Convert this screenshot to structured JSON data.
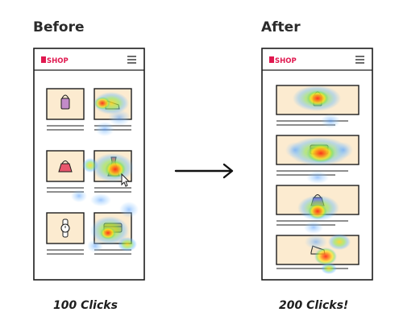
{
  "before": {
    "title": "Before",
    "brand": "SHOP",
    "caption": "100 Clicks",
    "products": [
      "handbag",
      "sneaker",
      "purse",
      "dress",
      "watch",
      "clutch"
    ]
  },
  "after": {
    "title": "After",
    "brand": "SHOP",
    "caption": "200 Clicks!",
    "products": [
      "handbag",
      "clutch",
      "purse",
      "sneaker"
    ]
  },
  "colors": {
    "brand": "#e0184f",
    "card_fill": "#fcebd0",
    "outline": "#1c1c1c",
    "heat_hot": "#ff3a2a",
    "heat_warm": "#ffd21c",
    "heat_mid": "#6fe05a",
    "heat_cool": "#5fb8ff"
  }
}
